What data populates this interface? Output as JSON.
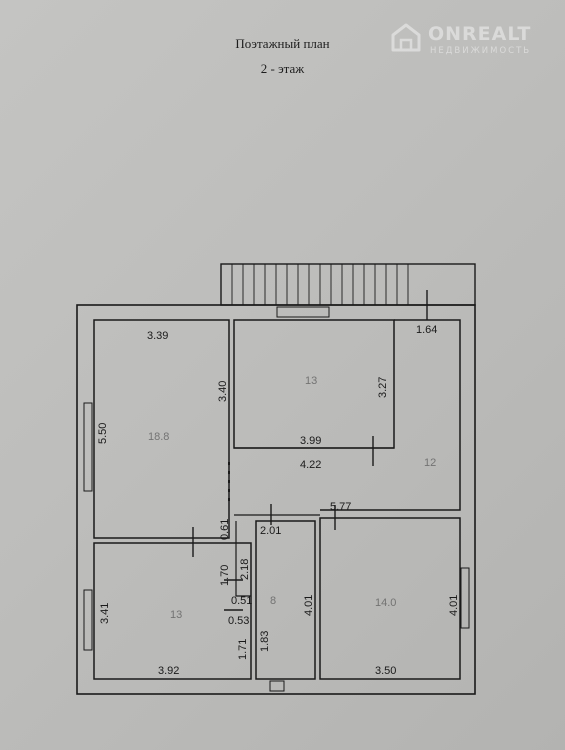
{
  "title": "Поэтажный план",
  "subtitle": "2 - этаж",
  "watermark": {
    "brand": "ONREALT",
    "tagline": "НЕДВИЖИМОСТЬ",
    "icon": "house-shield-icon",
    "color": "#f2f2f2"
  },
  "rooms": [
    {
      "id": "room-top-left",
      "area": "18.8"
    },
    {
      "id": "room-top-center",
      "area": "13"
    },
    {
      "id": "room-hall",
      "area": "12"
    },
    {
      "id": "room-bottom-left",
      "area": "13"
    },
    {
      "id": "room-bath",
      "area": "8"
    },
    {
      "id": "room-bottom-right",
      "area": "14.0"
    }
  ],
  "dimensions": {
    "tl_width": "3.39",
    "tl_height": "5.50",
    "tl_inner": "3.40",
    "tc_height": "3.27",
    "tc_width": "3.99",
    "corridor": "4.22",
    "tr_width": "1.64",
    "mid_width": "5.77",
    "bath_width": "2.01",
    "gap": "0.61",
    "bath_h1": "2.18",
    "bath_h2": "1.70",
    "bath_h3": "0.51",
    "bath_h4": "0.53",
    "bath_h5": "1.71",
    "bath_h6": "1.83",
    "bath_h": "4.01",
    "br_h": "4.01",
    "bl_h": "3.41",
    "bl_w": "3.92",
    "br_w": "3.50"
  },
  "colors": {
    "ink": "#1a1a1a",
    "paper": "#c0c0be"
  }
}
